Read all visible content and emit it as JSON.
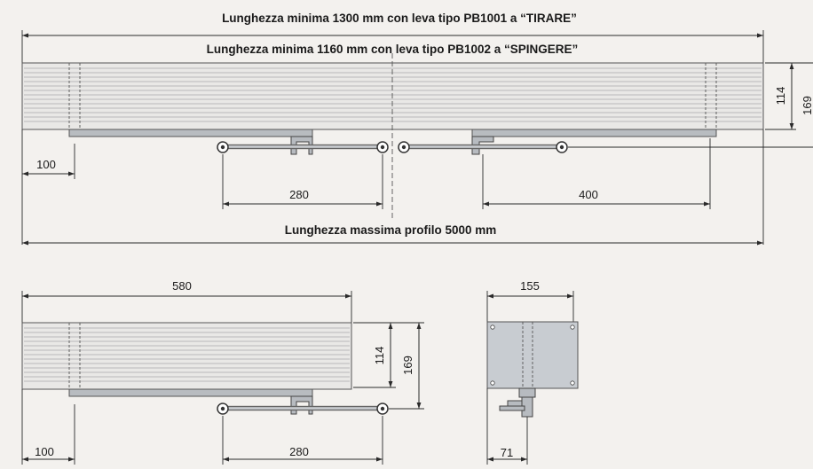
{
  "top_view": {
    "label_min_length_pull": "Lunghezza minima 1300 mm con leva tipo PB1001 a “TIRARE”",
    "label_min_length_push": "Lunghezza minima 1160 mm con leva tipo PB1002 a “SPINGERE”",
    "label_max_length": "Lunghezza massima profilo 5000 mm",
    "dim_height_profile": "114",
    "dim_height_total": "169",
    "dim_end_offset": "100",
    "dim_arm_left": "280",
    "dim_arm_right": "400"
  },
  "bottom_left_view": {
    "dim_length": "580",
    "dim_height_profile": "114",
    "dim_height_total": "169",
    "dim_end_offset": "100",
    "dim_arm": "280"
  },
  "side_view": {
    "dim_width": "155",
    "dim_offset": "71"
  },
  "colors": {
    "background": "#f3f1ee",
    "profile": "#e9e8e6",
    "stripes": "#b9b9bb",
    "metal": "#b8bcc0"
  }
}
